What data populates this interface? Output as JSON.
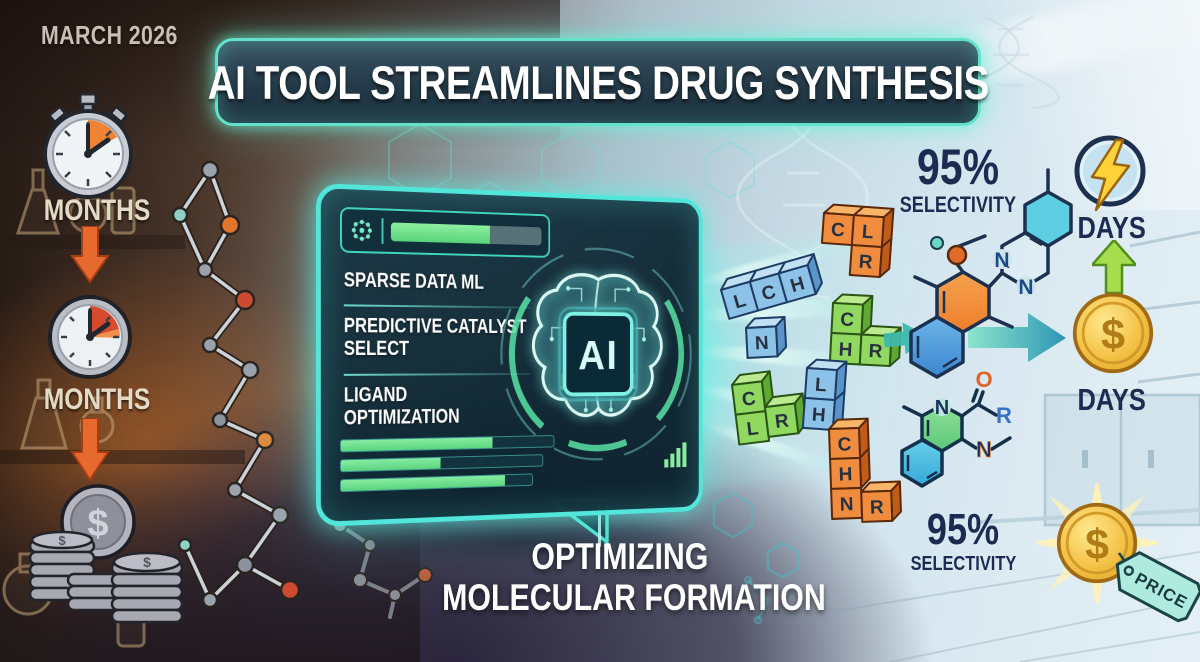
{
  "meta": {
    "date": "MARCH 2026"
  },
  "title": "AI TOOL STREAMLINES DRUG SYNTHESIS",
  "timeline": {
    "stage1_label": "MONTHS",
    "stage2_label": "MONTHS",
    "currency_symbol": "$"
  },
  "panel": {
    "features": [
      "SPARSE DATA ML",
      "PREDICTIVE CATALYST SELECT",
      "LIGAND OPTIMIZATION"
    ],
    "chip_label": "AI",
    "progress_percent": 65,
    "metric_bars": [
      70,
      48,
      85
    ]
  },
  "blocks": [
    {
      "color": "blue",
      "letters": [
        "L",
        "C",
        "H"
      ]
    },
    {
      "color": "orange",
      "letters": [
        "C",
        "L",
        "R"
      ]
    },
    {
      "color": "blue",
      "letters": [
        "N"
      ]
    },
    {
      "color": "green",
      "letters": [
        "C",
        "H",
        "R"
      ]
    },
    {
      "color": "green",
      "letters": [
        "C",
        "L",
        "R"
      ]
    },
    {
      "color": "blue",
      "letters": [
        "L",
        "H"
      ]
    },
    {
      "color": "orange",
      "letters": [
        "C",
        "H",
        "N",
        "R"
      ]
    }
  ],
  "structures": {
    "quinazoline": {
      "n1": "N",
      "n2": "N"
    },
    "amide": {
      "n1": "N",
      "o": "O",
      "r": "R",
      "n2": "N"
    }
  },
  "outcomes": {
    "selectivity_top_value": "95%",
    "selectivity_top_label": "SELECTIVITY",
    "days_top_label": "DAYS",
    "days_bottom_label": "DAYS",
    "selectivity_bottom_value": "95%",
    "selectivity_bottom_label": "SELECTIVITY",
    "price_tag_label": "PRICE",
    "coin_symbol": "$"
  },
  "caption": {
    "line1": "OPTIMIZING",
    "line2": "MOLECULAR FORMATION"
  },
  "colors": {
    "neon_teal": "#52e6da",
    "neon_green": "#7ce896",
    "navy_text": "#1c2b52",
    "gold": "#f3c044",
    "orange_arrow": "#e8692e",
    "price_tag": "#aeeade"
  }
}
